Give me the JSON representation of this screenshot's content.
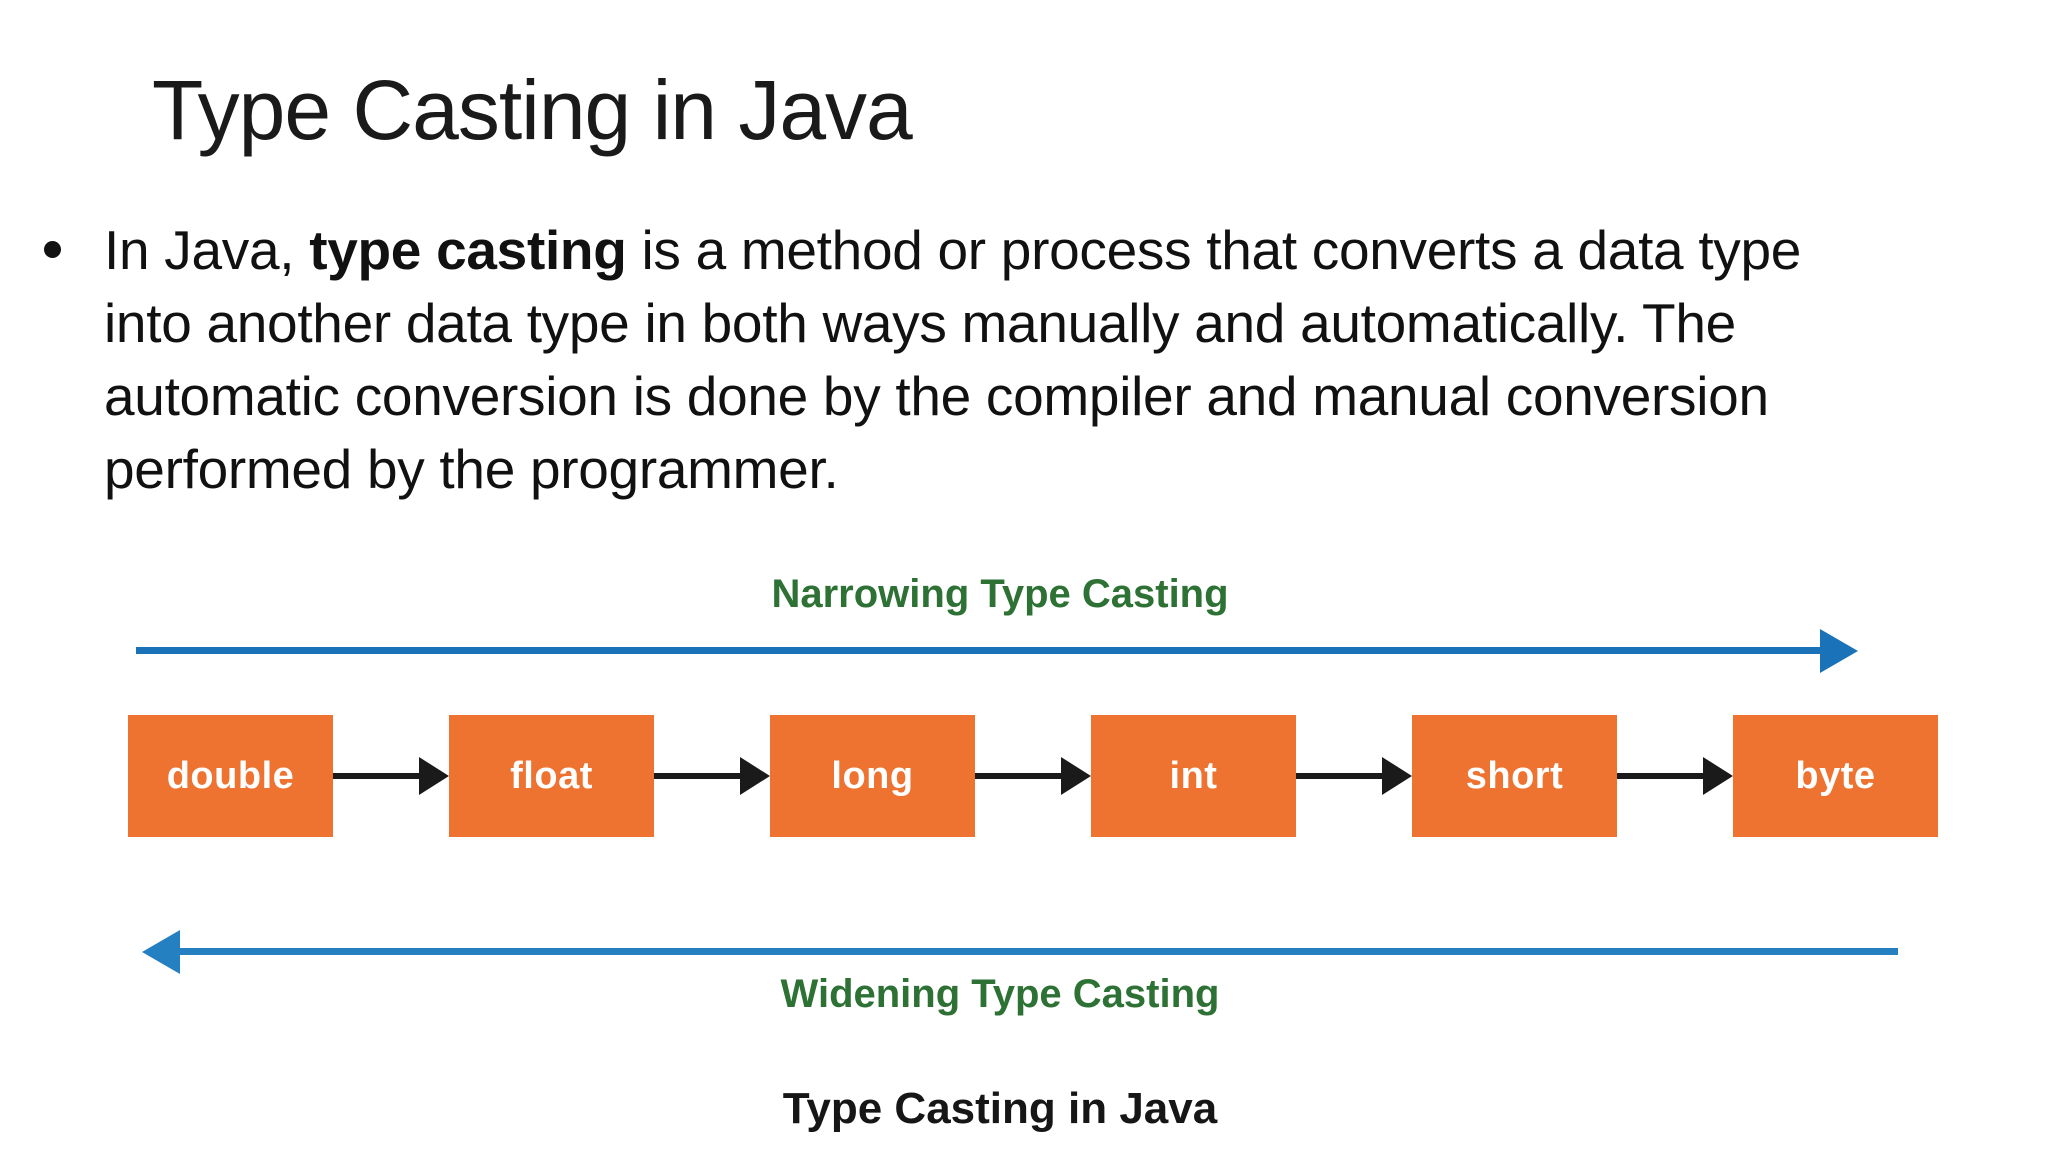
{
  "slide": {
    "title": "Type Casting in Java",
    "bullet": {
      "lines": [
        {
          "pre": "In Java, ",
          "bold": "type casting",
          "post": " is a method or process that converts a data type"
        },
        {
          "text": "into another data type in both ways manually and automatically. The"
        },
        {
          "text": "automatic conversion is done by the compiler and manual conversion"
        },
        {
          "text": "performed by the programmer."
        }
      ]
    }
  },
  "diagram": {
    "narrowing_label": "Narrowing Type Casting",
    "widening_label": "Widening Type Casting",
    "caption": "Type Casting in Java",
    "boxes": [
      {
        "label": "double"
      },
      {
        "label": "float"
      },
      {
        "label": "long"
      },
      {
        "label": "int"
      },
      {
        "label": "short"
      },
      {
        "label": "byte"
      }
    ],
    "colors": {
      "box_orange": "#ee7230",
      "arrow_blue_top": "#1a72b8",
      "arrow_blue_bottom": "#2580c2",
      "label_green": "#2d7134",
      "arrow_black": "#1a1a1a"
    }
  }
}
